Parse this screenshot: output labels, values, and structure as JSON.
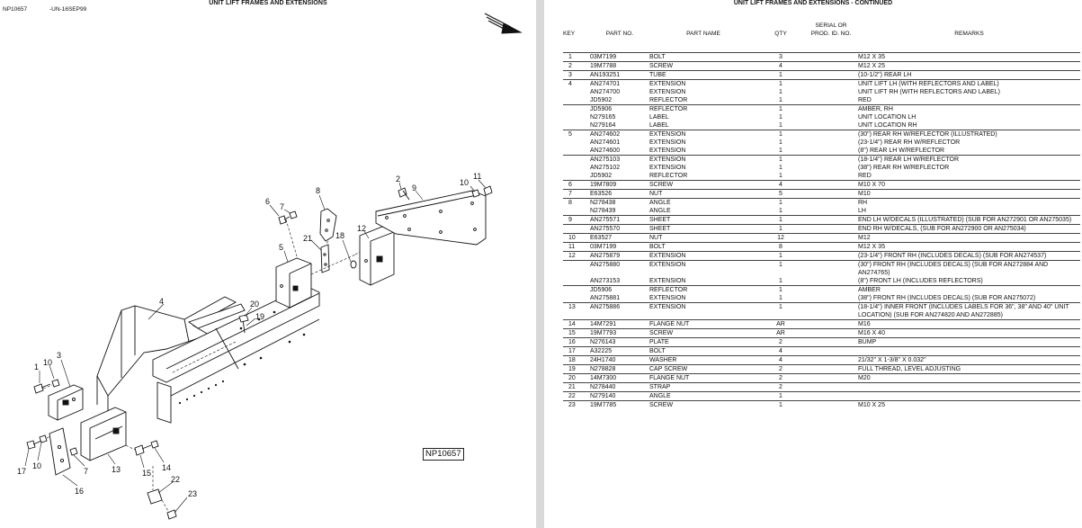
{
  "left_page": {
    "figure_id": "NP10657",
    "figure_date": "-UN-16SEP99",
    "title": "UNIT LIFT FRAMES AND EXTENSIONS",
    "figure_label": "NP10657",
    "callouts": [
      "1",
      "2",
      "3",
      "4",
      "5",
      "6",
      "7",
      "8",
      "9",
      "10",
      "11",
      "12",
      "13",
      "14",
      "15",
      "16",
      "17",
      "18",
      "19",
      "20",
      "21",
      "22",
      "23"
    ]
  },
  "right_page": {
    "title": "UNIT LIFT FRAMES AND EXTENSIONS - CONTINUED",
    "columns": {
      "key": "KEY",
      "part_no": "PART NO.",
      "part_name": "PART NAME",
      "qty": "QTY",
      "serial": "SERIAL OR PROD. ID. NO.",
      "remarks": "REMARKS"
    },
    "rows": [
      {
        "key": "1",
        "part": "03M7199",
        "name": "BOLT",
        "qty": "3",
        "remarks": "M12 X 35",
        "grp": true
      },
      {
        "key": "2",
        "part": "19M7788",
        "name": "SCREW",
        "qty": "4",
        "remarks": "M12 X 25",
        "grp": true
      },
      {
        "key": "3",
        "part": "AN193251",
        "name": "TUBE",
        "qty": "1",
        "remarks": "(10-1/2\") REAR LH",
        "grp": true
      },
      {
        "key": "4",
        "part": "AN274701",
        "name": "EXTENSION",
        "qty": "1",
        "remarks": "UNIT LIFT LH (WITH REFLECTORS AND LABEL)",
        "grp": true
      },
      {
        "key": "",
        "part": "AN274700",
        "name": "EXTENSION",
        "qty": "1",
        "remarks": "UNIT LIFT RH (WITH REFLECTORS AND LABEL)",
        "grp": false
      },
      {
        "key": "",
        "part": "JD5902",
        "name": "REFLECTOR",
        "qty": "1",
        "remarks": "RED",
        "grp": false
      },
      {
        "key": "",
        "part": "JD5906",
        "name": "REFLECTOR",
        "qty": "1",
        "remarks": "AMBER, RH",
        "grp": true
      },
      {
        "key": "",
        "part": "N279165",
        "name": "LABEL",
        "qty": "1",
        "remarks": "UNIT LOCATION LH",
        "grp": false
      },
      {
        "key": "",
        "part": "N279164",
        "name": "LABEL",
        "qty": "1",
        "remarks": "UNIT LOCATION RH",
        "grp": false
      },
      {
        "key": "5",
        "part": "AN274602",
        "name": "EXTENSION",
        "qty": "1",
        "remarks": "(30\") REAR RH W/REFLECTOR (ILLUSTRATED)",
        "grp": true
      },
      {
        "key": "",
        "part": "AN274601",
        "name": "EXTENSION",
        "qty": "1",
        "remarks": "(23-1/4\") REAR RH W/REFLECTOR",
        "grp": false
      },
      {
        "key": "",
        "part": "AN274600",
        "name": "EXTENSION",
        "qty": "1",
        "remarks": "(8\") REAR LH W/REFLECTOR",
        "grp": false
      },
      {
        "key": "",
        "part": "AN275103",
        "name": "EXTENSION",
        "qty": "1",
        "remarks": "(18-1/4\") REAR LH W/REFLECTOR",
        "grp": true
      },
      {
        "key": "",
        "part": "AN275102",
        "name": "EXTENSION",
        "qty": "1",
        "remarks": "(38\") REAR RH W/REFLECTOR",
        "grp": false
      },
      {
        "key": "",
        "part": "JD5902",
        "name": "REFLECTOR",
        "qty": "1",
        "remarks": "RED",
        "grp": false
      },
      {
        "key": "6",
        "part": "19M7809",
        "name": "SCREW",
        "qty": "4",
        "remarks": "M10 X 70",
        "grp": true
      },
      {
        "key": "7",
        "part": "E63526",
        "name": "NUT",
        "qty": "5",
        "remarks": "M10",
        "grp": true
      },
      {
        "key": "8",
        "part": "N278438",
        "name": "ANGLE",
        "qty": "1",
        "remarks": "RH",
        "grp": true
      },
      {
        "key": "",
        "part": "N278439",
        "name": "ANGLE",
        "qty": "1",
        "remarks": "LH",
        "grp": false
      },
      {
        "key": "9",
        "part": "AN275571",
        "name": "SHEET",
        "qty": "1",
        "remarks": "END LH W/DECALS (ILLUSTRATED) (SUB FOR AN272901 OR AN275035)",
        "grp": true
      },
      {
        "key": "",
        "part": "AN275570",
        "name": "SHEET",
        "qty": "1",
        "remarks": "END RH W/DECALS, (SUB FOR AN272900 OR AN275034)",
        "grp": true
      },
      {
        "key": "10",
        "part": "E63527",
        "name": "NUT",
        "qty": "12",
        "remarks": "M12",
        "grp": true
      },
      {
        "key": "11",
        "part": "03M7199",
        "name": "BOLT",
        "qty": "8",
        "remarks": "M12 X 35",
        "grp": true
      },
      {
        "key": "12",
        "part": "AN275879",
        "name": "EXTENSION",
        "qty": "1",
        "remarks": "(23-1/4\") FRONT RH (INCLUDES DECALS) (SUB FOR AN274537)",
        "grp": true
      },
      {
        "key": "",
        "part": "AN275880",
        "name": "EXTENSION",
        "qty": "1",
        "remarks": "(30\") FRONT RH (INCLUDES DECALS) (SUB FOR AN272884 AND AN274765)",
        "grp": true
      },
      {
        "key": "",
        "part": "AN273153",
        "name": "EXTENSION",
        "qty": "1",
        "remarks": "(8\") FRONT LH (INCLUDES REFLECTORS)",
        "grp": false
      },
      {
        "key": "",
        "part": "JD5906",
        "name": "REFLECTOR",
        "qty": "1",
        "remarks": "AMBER",
        "grp": true
      },
      {
        "key": "",
        "part": "AN275881",
        "name": "EXTENSION",
        "qty": "1",
        "remarks": "(38\") FRONT RH (INCLUDES DECALS) (SUB FOR AN275072)",
        "grp": false
      },
      {
        "key": "13",
        "part": "AN275886",
        "name": "EXTENSION",
        "qty": "1",
        "remarks": "(18-1/4\") INNER FRONT (INCLUDES LABELS FOR 36\", 38\" AND 40\" UNIT LOCATION) (SUB FOR AN274820 AND AN272885)",
        "grp": true
      },
      {
        "key": "14",
        "part": "14M7291",
        "name": "FLANGE NUT",
        "qty": "AR",
        "remarks": "M16",
        "grp": true
      },
      {
        "key": "15",
        "part": "19M7793",
        "name": "SCREW",
        "qty": "AR",
        "remarks": "M16 X 40",
        "grp": true
      },
      {
        "key": "16",
        "part": "N276143",
        "name": "PLATE",
        "qty": "2",
        "remarks": "BUMP",
        "grp": true
      },
      {
        "key": "17",
        "part": "A32225",
        "name": "BOLT",
        "qty": "4",
        "remarks": "",
        "grp": true
      },
      {
        "key": "18",
        "part": "24H1740",
        "name": "WASHER",
        "qty": "4",
        "remarks": "21/32\" X 1-3/8\" X 0.032\"",
        "grp": true
      },
      {
        "key": "19",
        "part": "N278828",
        "name": "CAP SCREW",
        "qty": "2",
        "remarks": "FULL THREAD, LEVEL ADJUSTING",
        "grp": true
      },
      {
        "key": "20",
        "part": "14M7300",
        "name": "FLANGE NUT",
        "qty": "2",
        "remarks": "M20",
        "grp": true
      },
      {
        "key": "21",
        "part": "N278440",
        "name": "STRAP",
        "qty": "2",
        "remarks": "",
        "grp": true
      },
      {
        "key": "22",
        "part": "N279140",
        "name": "ANGLE",
        "qty": "1",
        "remarks": "",
        "grp": true
      },
      {
        "key": "23",
        "part": "19M7785",
        "name": "SCREW",
        "qty": "1",
        "remarks": "M10 X 25",
        "grp": true
      }
    ]
  }
}
